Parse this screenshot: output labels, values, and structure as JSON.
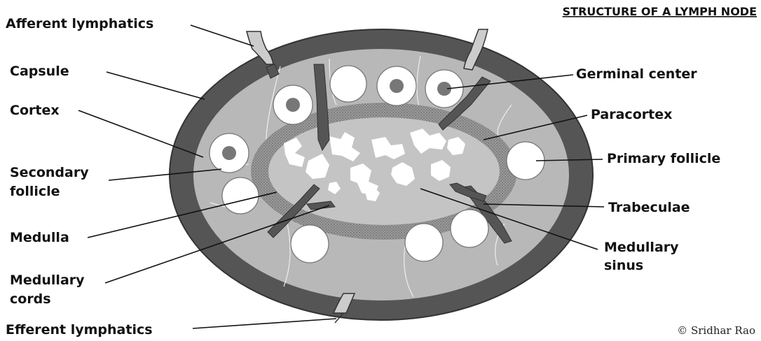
{
  "title": "STRUCTURE OF A LYMPH NODE",
  "credit": "© Sridhar Rao",
  "labels": {
    "afferent_lymphatics": "Afferent lymphatics",
    "capsule": "Capsule",
    "cortex": "Cortex",
    "secondary_follicle_line1": "Secondary",
    "secondary_follicle_line2": "follicle",
    "medulla": "Medulla",
    "medullary_cords_line1": "Medullary",
    "medullary_cords_line2": "cords",
    "efferent_lymphatics": "Efferent lymphatics",
    "germinal_center": "Germinal center",
    "paracortex": "Paracortex",
    "primary_follicle": "Primary follicle",
    "trabeculae": "Trabeculae",
    "medullary_sinus_line1": "Medullary",
    "medullary_sinus_line2": "sinus"
  },
  "colors": {
    "capsule": "#555555",
    "cortex": "#b8b8b8",
    "paracortex": "#7a7a7a",
    "medulla": "#c4c4c4",
    "sinus": "#ffffff"
  }
}
